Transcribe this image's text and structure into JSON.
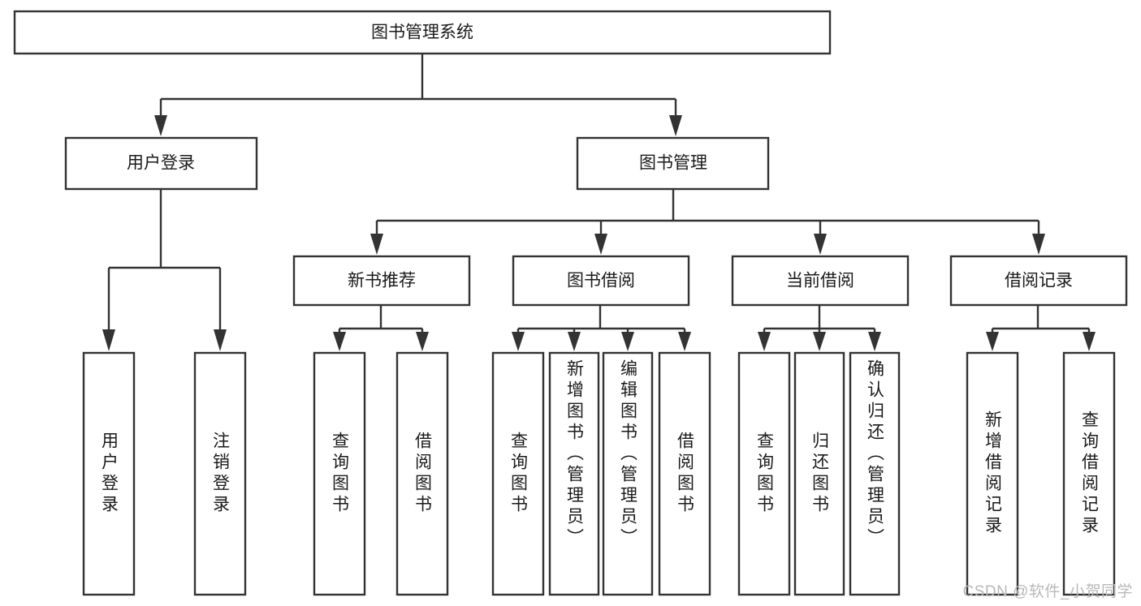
{
  "diagram": {
    "type": "tree",
    "title": "图书管理系统",
    "watermark": "CSDN @软件_小贺同学",
    "colors": {
      "box_stroke": "#333333",
      "box_fill": "#ffffff",
      "text": "#1a1a1a",
      "watermark": "#b8b8b8",
      "background": "#ffffff"
    },
    "root": {
      "label": "图书管理系统"
    },
    "level2": [
      {
        "label": "用户登录"
      },
      {
        "label": "图书管理"
      }
    ],
    "level3": [
      {
        "label": "新书推荐"
      },
      {
        "label": "图书借阅"
      },
      {
        "label": "当前借阅"
      },
      {
        "label": "借阅记录"
      }
    ],
    "leaves": {
      "user_login": [
        {
          "label": "用户登录"
        },
        {
          "label": "注销登录"
        }
      ],
      "new_book_recommend": [
        {
          "label": "查询图书"
        },
        {
          "label": "借阅图书"
        }
      ],
      "book_borrow": [
        {
          "label": "查询图书"
        },
        {
          "label": "新增图书（管理员）"
        },
        {
          "label": "编辑图书（管理员）"
        },
        {
          "label": "借阅图书"
        }
      ],
      "current_borrow": [
        {
          "label": "查询图书"
        },
        {
          "label": "归还图书"
        },
        {
          "label": "确认归还（管理员）"
        }
      ],
      "borrow_record": [
        {
          "label": "新增借阅记录"
        },
        {
          "label": "查询借阅记录"
        }
      ]
    }
  }
}
